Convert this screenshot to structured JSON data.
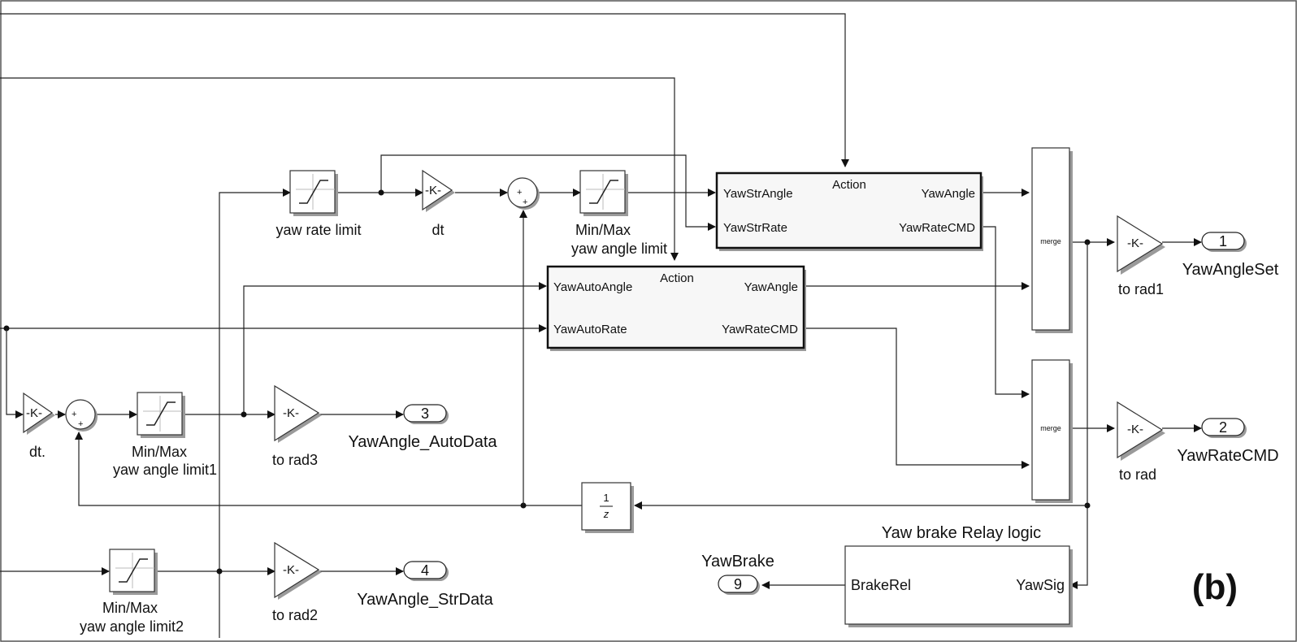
{
  "blocks": {
    "yaw_rate_limit": "yaw rate limit",
    "dt": "dt",
    "dt_dot": "dt.",
    "gain": "-K-",
    "minmax_top_1": "Min/Max",
    "minmax_top_2": "yaw angle limit",
    "minmax1_1": "Min/Max",
    "minmax1_2": "yaw angle limit1",
    "minmax2_1": "Min/Max",
    "minmax2_2": "yaw angle limit2",
    "to_rad": "to rad",
    "to_rad1": "to rad1",
    "to_rad2": "to rad2",
    "to_rad3": "to rad3",
    "merge": "merge",
    "delay_num": "1",
    "delay_den": "z",
    "plus": "+"
  },
  "subsystem_str": {
    "action": "Action",
    "in1": "YawStrAngle",
    "in2": "YawStrRate",
    "out1": "YawAngle",
    "out2": "YawRateCMD"
  },
  "subsystem_auto": {
    "action": "Action",
    "in1": "YawAutoAngle",
    "in2": "YawAutoRate",
    "out1": "YawAngle",
    "out2": "YawRateCMD"
  },
  "brake_logic": {
    "title": "Yaw brake Relay logic",
    "in": "YawSig",
    "out": "BrakeRel"
  },
  "outports": [
    {
      "num": "1",
      "name": "YawAngleSet"
    },
    {
      "num": "2",
      "name": "YawRateCMD"
    },
    {
      "num": "3",
      "name": "YawAngle_AutoData"
    },
    {
      "num": "4",
      "name": "YawAngle_StrData"
    },
    {
      "num": "9",
      "name": "YawBrake"
    }
  ],
  "panel_label": "(b)"
}
